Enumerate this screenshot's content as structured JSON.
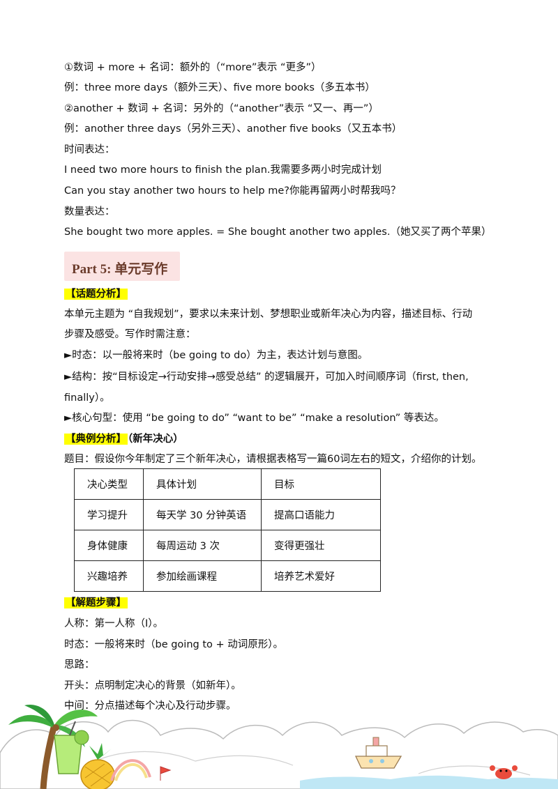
{
  "lines": {
    "l1": "①数词 + more + 名词：额外的（“more”表示 “更多”）",
    "l2": "例：three more days（额外三天）、five more books（多五本书）",
    "l3": "②another + 数词 + 名词：另外的（“another”表示 “又一、再一”）",
    "l4": "例：another three days（另外三天）、another five books（又五本书）",
    "l5": "时间表达：",
    "l6": "I need two more hours to finish the plan.我需要多两小时完成计划",
    "l7": "Can you stay another two hours to help me?你能再留两小时帮我吗？",
    "l8": "数量表达：",
    "l9": "She bought two more apples. = She bought another two apples.（她又买了两个苹果）"
  },
  "part": {
    "title": "Part 5: 单元写作"
  },
  "topic": {
    "heading": "【话题分析】",
    "intro": "本单元主题为 “自我规划”，要求以未来计划、梦想职业或新年决心为内容，描述目标、行动",
    "intro2": "步骤及感受。写作时需注意：",
    "b1": "►时态：以一般将来时（be going to do）为主，表达计划与意图。",
    "b2": "►结构：按“目标设定→行动安排→感受总结” 的逻辑展开，可加入时间顺序词（first, then,",
    "b2b": "finally）。",
    "b3": "►核心句型：使用 “be going to do” “want to be” “make a resolution” 等表达。"
  },
  "example": {
    "heading": "【典例分析】",
    "subtitle": "（新年决心）",
    "prompt": "题目：假设你今年制定了三个新年决心，请根据表格写一篇60词左右的短文，介绍你的计划。"
  },
  "table": {
    "headers": [
      "决心类型",
      "具体计划",
      "目标"
    ],
    "rows": [
      [
        "学习提升",
        "每天学 30 分钟英语",
        "提高口语能力"
      ],
      [
        "身体健康",
        "每周运动 3 次",
        "变得更强壮"
      ],
      [
        "兴趣培养",
        "参加绘画课程",
        "培养艺术爱好"
      ]
    ]
  },
  "steps": {
    "heading": "【解题步骤】",
    "s1": "人称：第一人称（I）。",
    "s2": "时态：一般将来时（be going to + 动词原形）。",
    "s3": "思路：",
    "s4": "开头：点明制定决心的背景（如新年）。",
    "s5": "中间：分点描述每个决心及行动步骤。"
  },
  "colors": {
    "highlight": "#ffff00",
    "part_bg": "#fbe3e3",
    "part_text": "#6b3b2b"
  }
}
